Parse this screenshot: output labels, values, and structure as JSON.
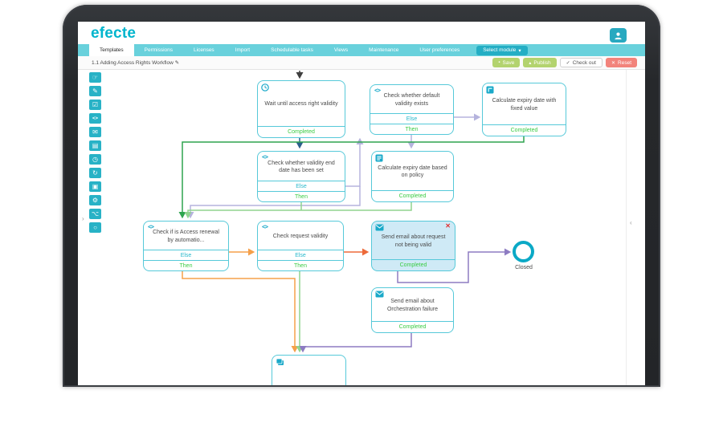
{
  "window": {
    "brand": "efecte"
  },
  "nav": {
    "tabs": [
      {
        "label": "Templates"
      },
      {
        "label": "Permissions"
      },
      {
        "label": "Licenses"
      },
      {
        "label": "Import"
      },
      {
        "label": "Schedulable tasks"
      },
      {
        "label": "Views"
      },
      {
        "label": "Maintenance"
      },
      {
        "label": "User preferences"
      }
    ],
    "select_module": {
      "label": "Select module",
      "caret": "▾"
    }
  },
  "toolbar": {
    "title": "1.1 Adding Access Rights Workflow",
    "edit_glyph": "✎",
    "save": {
      "label": "Save",
      "icon": "▪"
    },
    "publish": {
      "label": "Publish",
      "icon": "▴"
    },
    "check_out": {
      "label": "Check out",
      "icon": "✓"
    },
    "reset": {
      "label": "Reset",
      "icon": "✕"
    }
  },
  "palette": {
    "items": [
      {
        "name": "pointer",
        "glyph": "☞"
      },
      {
        "name": "edit",
        "glyph": "✎"
      },
      {
        "name": "approval",
        "glyph": "☑"
      },
      {
        "name": "code",
        "glyph": "<>"
      },
      {
        "name": "email",
        "glyph": "✉"
      },
      {
        "name": "form",
        "glyph": "▤"
      },
      {
        "name": "wait",
        "glyph": "◷"
      },
      {
        "name": "loop",
        "glyph": "↻"
      },
      {
        "name": "copy",
        "glyph": "▣"
      },
      {
        "name": "settings",
        "glyph": "⚙"
      },
      {
        "name": "flow",
        "glyph": "⌥"
      },
      {
        "name": "end",
        "glyph": "○"
      }
    ]
  },
  "canvas": {
    "decision_glyph": "<>",
    "left_handle": "›",
    "right_handle": "‹",
    "nodes": {
      "wait_validity": {
        "title": "Wait until access right validity",
        "status": "Completed"
      },
      "check_default_validity": {
        "title": "Check whether default validity exists",
        "else_label": "Else",
        "then_label": "Then"
      },
      "calc_fixed": {
        "title": "Calculate expiry date with fixed value",
        "status": "Completed"
      },
      "check_end_date": {
        "title": "Check whether validity end date has been set",
        "else_label": "Else",
        "then_label": "Then"
      },
      "calc_policy": {
        "title": "Calculate expiry date based on policy",
        "status": "Completed"
      },
      "check_renewal": {
        "title": "Check if is Access renewal by automatio...",
        "else_label": "Else",
        "then_label": "Then"
      },
      "check_request": {
        "title": "Check request validity",
        "else_label": "Else",
        "then_label": "Then"
      },
      "email_invalid": {
        "title": "Send email about request not being valid",
        "status": "Completed",
        "close_glyph": "✕"
      },
      "closed_end": {
        "label": "Closed"
      },
      "email_orchestration": {
        "title": "Send email about Orchestration failure",
        "status": "Completed"
      }
    }
  },
  "colors": {
    "brand_teal": "#00b5cd",
    "nav_teal": "#69d1dc",
    "node_border": "#56c9d9",
    "selected_fill": "#cfeaf6",
    "status_green": "#3bcc44",
    "else_teal": "#29b9cc",
    "button_green": "#b3d36e",
    "button_red": "#f2837b"
  }
}
